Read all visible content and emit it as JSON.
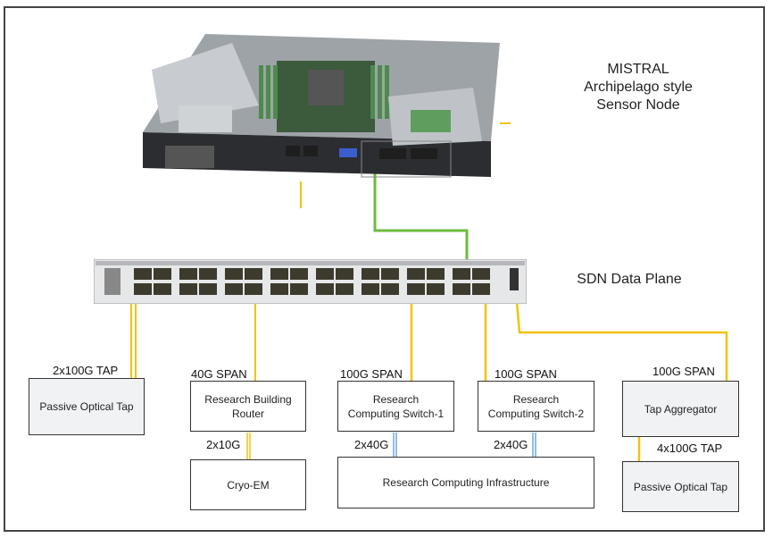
{
  "diagram": {
    "sensor_node_title": [
      "MISTRAL",
      "Archipelago style",
      "Sensor Node"
    ],
    "data_plane_title": "SDN Data Plane",
    "colors": {
      "tap_link": "#f4c20d",
      "infra_link": "#6fa8dc",
      "mgmt_link": "#6cbb3c",
      "border": "#333333",
      "gray_box": "#f1f2f4"
    },
    "nodes": {
      "passive_tap_1": "Passive Optical Tap",
      "research_building_router": [
        "Research Building",
        "Router"
      ],
      "cryo_em": "Cryo-EM",
      "rc_switch_1": [
        "Research",
        "Computing Switch-1"
      ],
      "rc_switch_2": [
        "Research",
        "Computing Switch-2"
      ],
      "tap_aggregator": "Tap Aggregator",
      "passive_tap_2": "Passive Optical Tap",
      "rc_infrastructure": "Research Computing Infrastructure"
    },
    "links": {
      "tap1": "2x100G TAP",
      "router": "40G SPAN",
      "cryo": "2x10G",
      "sw1": "100G SPAN",
      "sw2": "100G SPAN",
      "sw1_infra": "2x40G",
      "sw2_infra": "2x40G",
      "aggregator": "100G SPAN",
      "tap2": "4x100G TAP"
    }
  }
}
